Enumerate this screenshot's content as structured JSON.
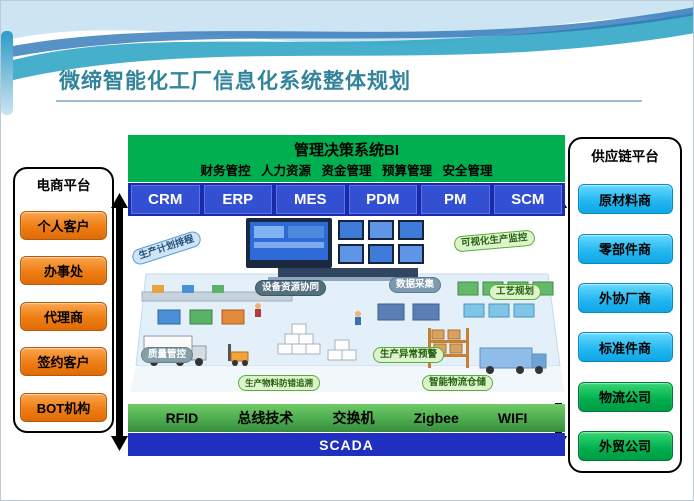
{
  "title": "微缔智能化工厂信息化系统整体规划",
  "left_panel": {
    "title": "电商平台",
    "items": [
      "个人客户",
      "办事处",
      "代理商",
      "签约客户",
      "BOT机构"
    ]
  },
  "right_panel": {
    "title": "供应链平台",
    "items": [
      "原材料商",
      "零部件商",
      "外协厂商",
      "标准件商",
      "物流公司",
      "外贸公司"
    ]
  },
  "bi": {
    "title": "管理决策系统BI",
    "subtitle": "财务管控 人力资源 资金管理 预算管理 安全管理"
  },
  "modules": [
    "CRM",
    "ERP",
    "MES",
    "PDM",
    "PM",
    "SCM"
  ],
  "factory_labels": [
    "生产计划排程",
    "设备资源协同",
    "数据采集",
    "可视化生产监控",
    "工艺规划",
    "质量管控",
    "生产异常预警",
    "生产物料防错追溯",
    "智能物流仓储"
  ],
  "tech_bar": [
    "RFID",
    "总线技术",
    "交换机",
    "Zigbee",
    "WIFI"
  ],
  "scada": "SCADA",
  "colors": {
    "title_teal": "#31849B",
    "bi_green": "#00B050",
    "module_blue": "#3450D2",
    "module_strip": "#1B2BA8",
    "button_orange": "#EE7D14",
    "button_cyan": "#21B6F0",
    "button_green": "#00AE4D",
    "tech_green": "#45A249",
    "scada_blue": "#1F2FC0",
    "label_green": "#DDF3CB"
  }
}
